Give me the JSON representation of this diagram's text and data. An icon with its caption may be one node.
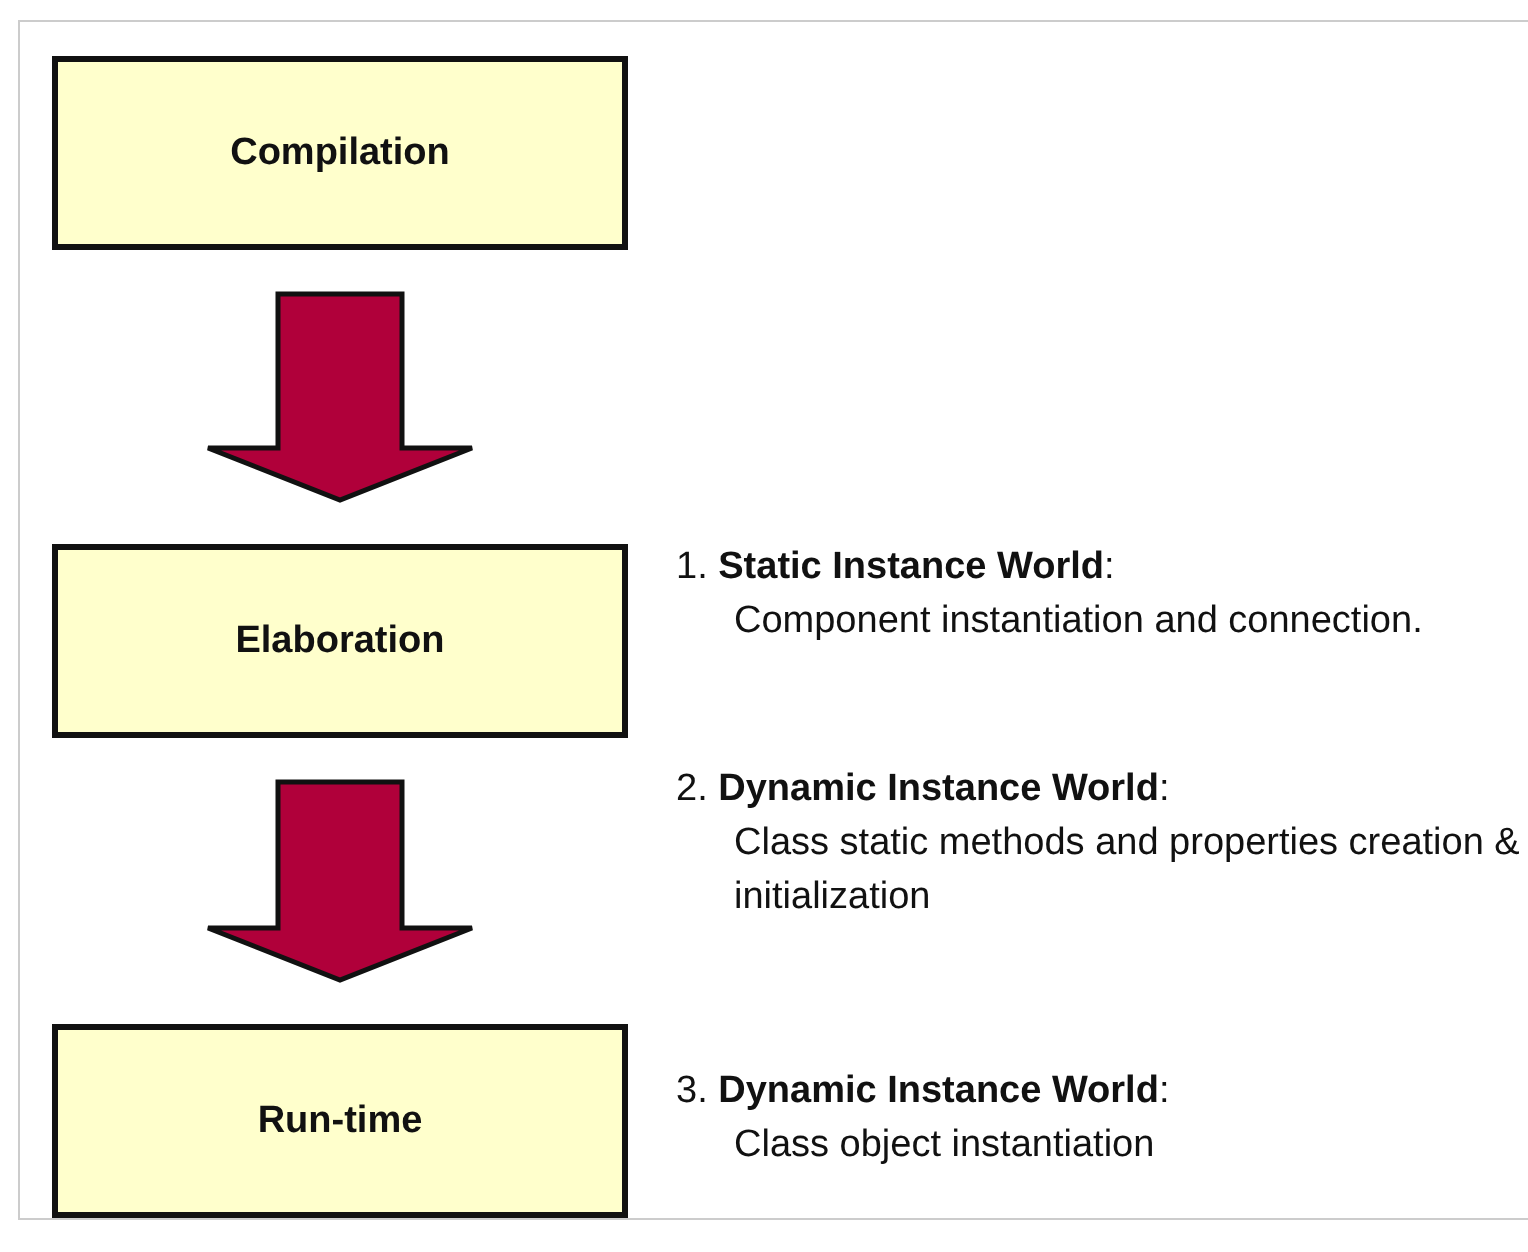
{
  "diagram": {
    "nodes": [
      {
        "text": [
          "Compilation"
        ]
      },
      {
        "text": [
          "Elaboration"
        ]
      },
      {
        "text": [
          "Run-time"
        ]
      }
    ],
    "edges": [
      {
        "from": 0,
        "to": 1,
        "arrow": "to",
        "style": "thick",
        "color": "#b0003a"
      },
      {
        "from": 1,
        "to": 2,
        "arrow": "to",
        "style": "thick",
        "color": "#b0003a"
      }
    ],
    "labels": [
      "1. **Static Instance World**:",
      "Component instantiation and connection.",
      "2. **Dynamic Instance World**:",
      "Class static methods and properties creation & initialization",
      "3. **Dynamic Instance World**:",
      "Class object instantiation"
    ]
  }
}
